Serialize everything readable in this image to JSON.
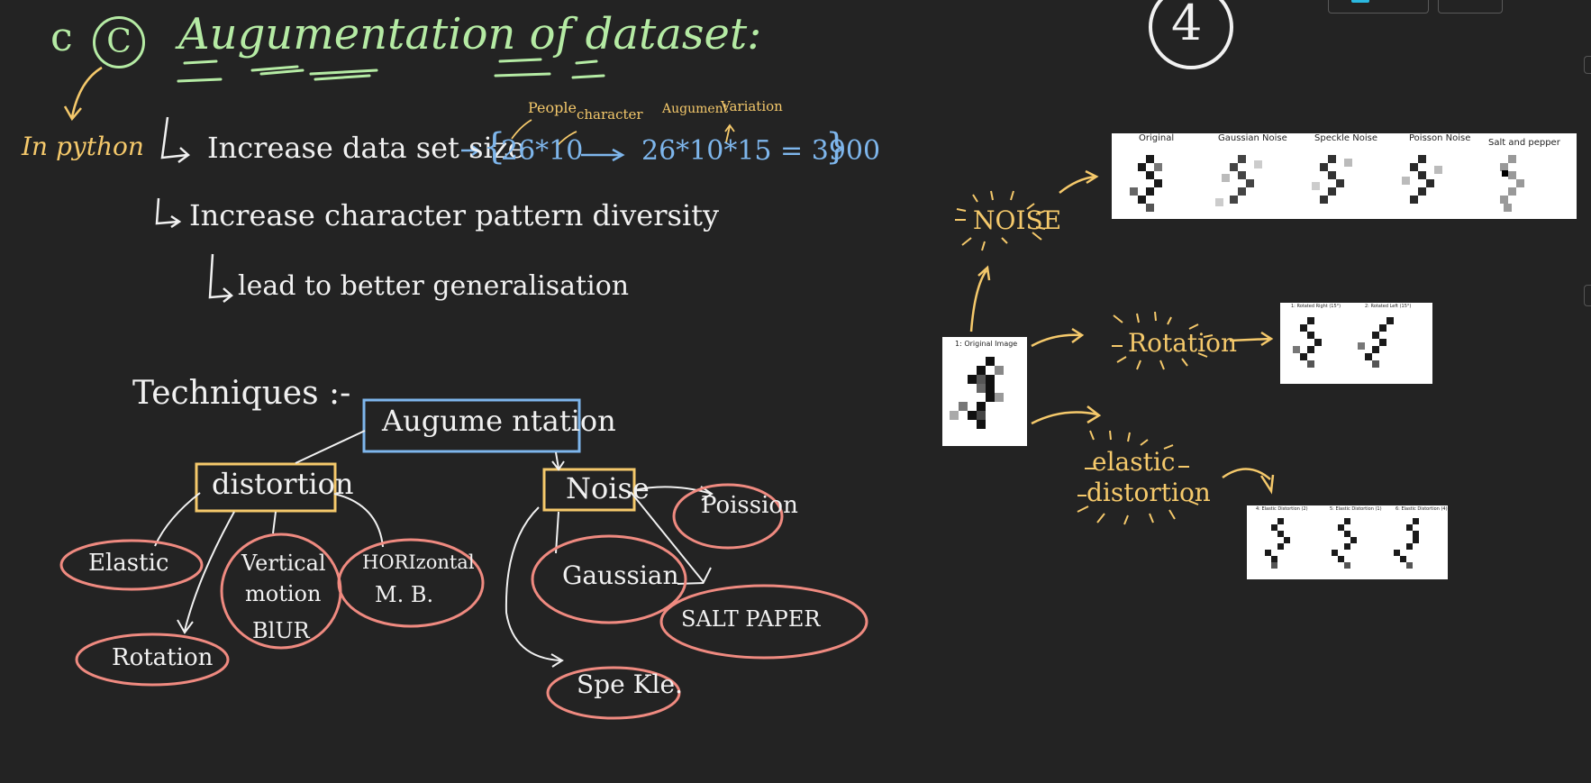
{
  "section": {
    "prefix": "c",
    "circled": "C",
    "title": "Augumentation of dataset:",
    "page_number": "4",
    "language_note": "In python"
  },
  "points": {
    "increase_size": "Increase data set size",
    "equation": {
      "open": "{",
      "left": "26*10",
      "right": "26*10*15 = 3900",
      "close": "}",
      "annotation_people": "People",
      "annotation_character": "character",
      "annotation_augment": "Augument",
      "annotation_variation": "Variation"
    },
    "diversity": "Increase character pattern diversity",
    "generalisation": "lead to better generalisation"
  },
  "diagram": {
    "techniques_label": "Techniques :-",
    "root": "Augume ntation",
    "distortion": "distortion",
    "noise": "Noise",
    "leaves": {
      "elastic": "Elastic",
      "vertical_1": "Vertical",
      "vertical_2": "motion",
      "vertical_3": "BlUR",
      "horizontal_1": "HORIzontal",
      "horizontal_2": "M. B.",
      "rotation": "Rotation",
      "poisson": "Poission",
      "gaussian": "Gaussian",
      "salt_paper": "SALT PAPER",
      "speckle": "Spe Kle."
    }
  },
  "examples": {
    "noise_label": "NOISE",
    "rotation_label": "Rotation",
    "elastic_label_1": "elastic",
    "elastic_label_2": "distortion",
    "original_caption": "1: Original Image",
    "noise_captions": [
      "Original",
      "Gaussian Noise",
      "Speckle Noise",
      "Poisson Noise",
      "Salt and pepper"
    ],
    "rotation_captions": [
      "1: Rotated Right (15°)",
      "2: Rotated Left (15°)"
    ],
    "elastic_captions": [
      "4: Elastic Distortion (2)",
      "5: Elastic Distortion (1)",
      "6: Elastic Distortion (4)"
    ]
  },
  "colors": {
    "background": "#232323",
    "title_green": "#b5eba4",
    "note_yellow": "#f5c96b",
    "equation_blue": "#7eb6ec",
    "ink_white": "#f1f1f1",
    "box_blue": "#7eb6ec",
    "box_yellow": "#f5c96b",
    "ellipse_red": "#ef8a80"
  }
}
